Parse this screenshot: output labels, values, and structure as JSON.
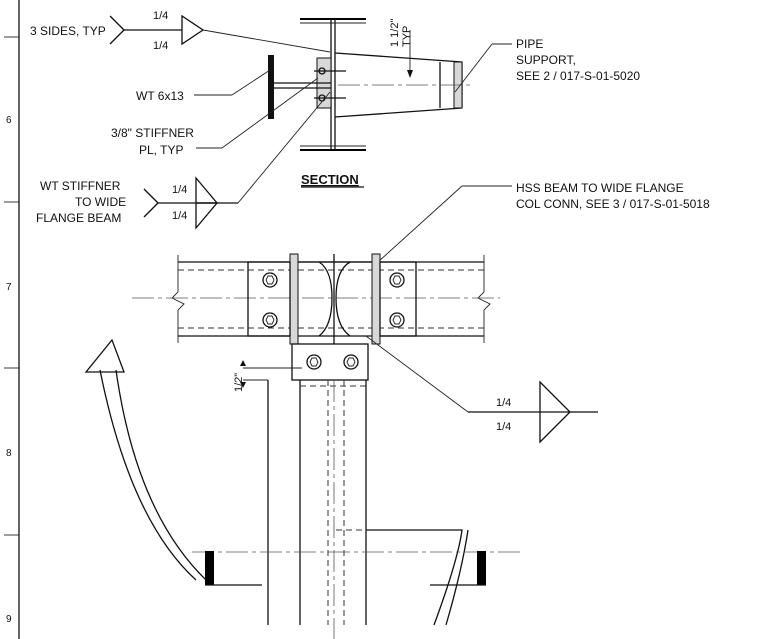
{
  "zone_numbers": [
    "6",
    "7",
    "8",
    "9"
  ],
  "section": {
    "title": "SECTION"
  },
  "weld_symbols": {
    "three_sides": {
      "label": "3 SIDES, TYP",
      "size_top": "1/4",
      "size_bottom": "1/4"
    },
    "wt_stiffener": {
      "label_lines": [
        "WT STIFFNER",
        "TO WIDE",
        "FLANGE BEAM"
      ],
      "size_top": "1/4",
      "size_bottom": "1/4"
    },
    "lower": {
      "size_top": "1/4",
      "size_bottom": "1/4"
    }
  },
  "callouts": {
    "wt_member": "WT 6x13",
    "stiffener_lines": [
      "3/8\" STIFFNER",
      "PL, TYP"
    ],
    "pipe_support_lines": [
      "PIPE",
      "SUPPORT,",
      "SEE 2 / 017-S-01-5020"
    ],
    "hss_conn_lines": [
      "HSS BEAM TO WIDE FLANGE",
      "COL CONN, SEE  3 / 017-S-01-5018"
    ]
  },
  "dimensions": {
    "top_dim": "1 1/2\"",
    "top_dim_note": "TYP",
    "gap_dim": "1/2\""
  }
}
